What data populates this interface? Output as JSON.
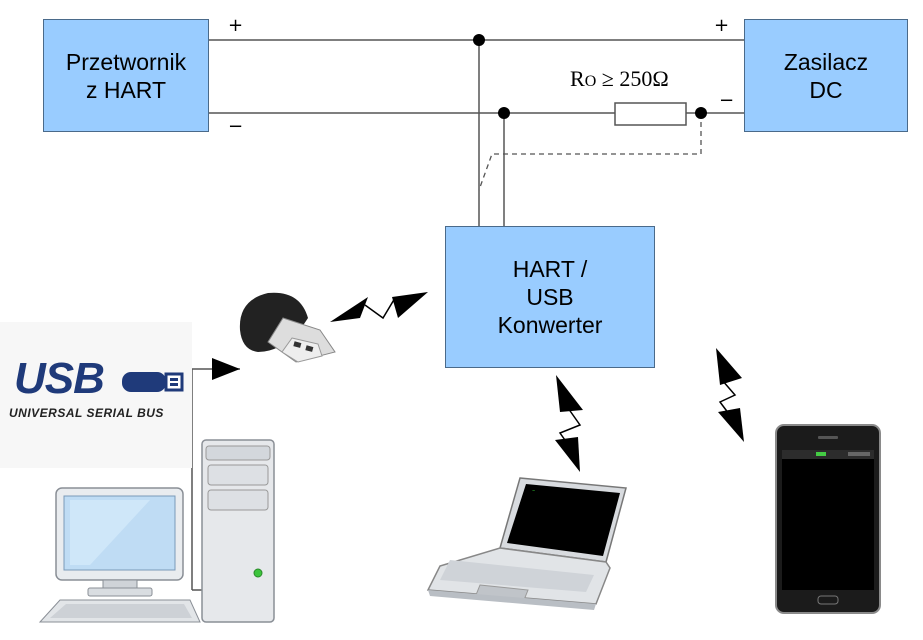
{
  "transmitter": {
    "line1": "Przetwornik",
    "line2": "z HART"
  },
  "power_supply": {
    "line1": "Zasilacz",
    "line2": "DC"
  },
  "converter": {
    "line1": "HART /",
    "line2": "USB",
    "line3": "Konwerter"
  },
  "polarity": {
    "plus": "+",
    "minus": "−"
  },
  "resistor": {
    "r": "R",
    "sub": "O",
    "value": " ≥ 250Ω"
  },
  "usb_logo": {
    "wordmark": "USB",
    "subtitle": "UNIVERSAL SERIAL BUS"
  },
  "colors": {
    "box_fill": "#99ccff",
    "box_border": "#4a6a8a",
    "wire": "#555555",
    "usb_blue": "#1f3a7a"
  }
}
